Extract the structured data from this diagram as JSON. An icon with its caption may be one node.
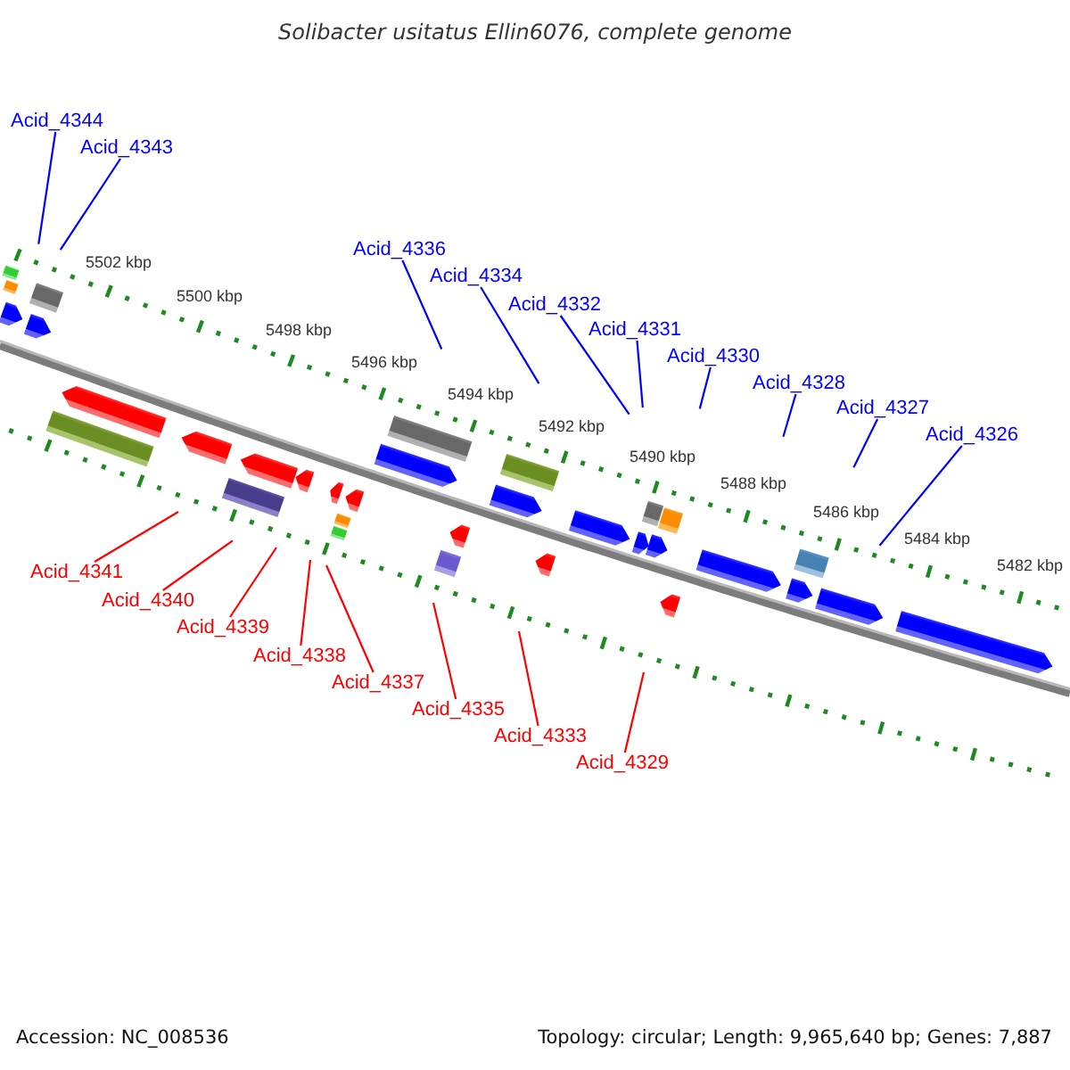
{
  "diagram": {
    "title": "Solibacter usitatus Ellin6076, complete genome",
    "nodes": [
      {
        "text": [
          "Acid_4344"
        ]
      },
      {
        "text": [
          "Acid_4343"
        ]
      },
      {
        "text": [
          "Acid_4336"
        ]
      },
      {
        "text": [
          "Acid_4334"
        ]
      },
      {
        "text": [
          "Acid_4332"
        ]
      },
      {
        "text": [
          "Acid_4331"
        ]
      },
      {
        "text": [
          "Acid_4330"
        ]
      },
      {
        "text": [
          "Acid_4328"
        ]
      },
      {
        "text": [
          "Acid_4327"
        ]
      },
      {
        "text": [
          "Acid_4326"
        ]
      },
      {
        "text": [
          "Acid_4341"
        ]
      },
      {
        "text": [
          "Acid_4340"
        ]
      },
      {
        "text": [
          "Acid_4339"
        ]
      },
      {
        "text": [
          "Acid_4338"
        ]
      },
      {
        "text": [
          "Acid_4337"
        ]
      },
      {
        "text": [
          "Acid_4335"
        ]
      },
      {
        "text": [
          "Acid_4333"
        ]
      },
      {
        "text": [
          "Acid_4329"
        ]
      }
    ],
    "edges": [
      {
        "from": 0,
        "to": null,
        "arrow": "none"
      },
      {
        "from": 1,
        "to": null,
        "arrow": "none"
      },
      {
        "from": 2,
        "to": null,
        "arrow": "none"
      },
      {
        "from": 3,
        "to": null,
        "arrow": "none"
      },
      {
        "from": 4,
        "to": null,
        "arrow": "none"
      },
      {
        "from": 5,
        "to": null,
        "arrow": "none"
      },
      {
        "from": 6,
        "to": null,
        "arrow": "none"
      },
      {
        "from": 7,
        "to": null,
        "arrow": "none"
      },
      {
        "from": 8,
        "to": null,
        "arrow": "none"
      },
      {
        "from": 9,
        "to": null,
        "arrow": "none"
      },
      {
        "from": 10,
        "to": null,
        "arrow": "none",
        "color": "#ff0000"
      },
      {
        "from": 11,
        "to": null,
        "arrow": "none",
        "color": "#ff0000"
      },
      {
        "from": 12,
        "to": null,
        "arrow": "none",
        "color": "#ff0000"
      },
      {
        "from": 13,
        "to": null,
        "arrow": "none",
        "color": "#ff0000"
      },
      {
        "from": 14,
        "to": null,
        "arrow": "none",
        "color": "#ff0000"
      },
      {
        "from": 15,
        "to": null,
        "arrow": "none",
        "color": "#ff0000"
      },
      {
        "from": 16,
        "to": null,
        "arrow": "none",
        "color": "#ff0000"
      },
      {
        "from": 17,
        "to": null,
        "arrow": "none",
        "color": "#ff0000"
      }
    ],
    "labels": [
      "5502 kbp",
      "5500 kbp",
      "5498 kbp",
      "5496 kbp",
      "5494 kbp",
      "5492 kbp",
      "5490 kbp",
      "5488 kbp",
      "5486 kbp",
      "5484 kbp",
      "5482 kbp",
      "Accession: NC_008536",
      "Topology: circular; Length: 9,965,640 bp; Genes: 7,887"
    ]
  }
}
